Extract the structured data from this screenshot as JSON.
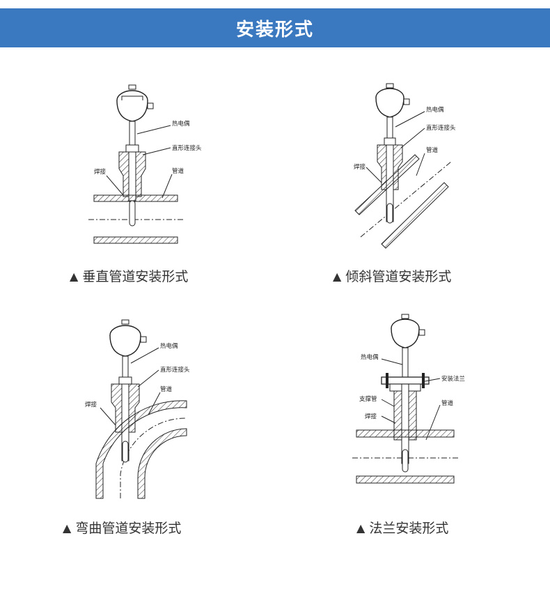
{
  "header": {
    "title": "安装形式"
  },
  "colors": {
    "banner": "#3a78bf"
  },
  "marker": "▲",
  "panels": [
    {
      "caption": "垂直管道安装形式",
      "labels": {
        "thermocouple": "热电偶",
        "connector": "直形连接头",
        "weld": "焊接",
        "pipe": "管道"
      }
    },
    {
      "caption": "倾斜管道安装形式",
      "labels": {
        "thermocouple": "热电偶",
        "connector": "直形连接头",
        "weld": "焊接",
        "pipe": "管道"
      }
    },
    {
      "caption": "弯曲管道安装形式",
      "labels": {
        "thermocouple": "热电偶",
        "connector": "直形连接头",
        "weld": "焊接",
        "pipe": "管道"
      }
    },
    {
      "caption": "法兰安装形式",
      "labels": {
        "thermocouple": "热电偶",
        "flange": "安装法兰",
        "support": "支撑管",
        "weld": "焊接",
        "pipe": "管道"
      }
    }
  ]
}
